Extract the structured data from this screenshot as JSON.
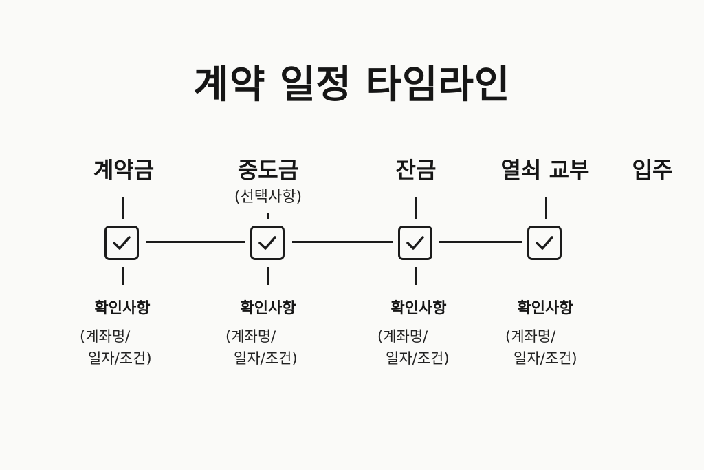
{
  "title": "계약 일정 타임라인",
  "stages": [
    {
      "label": "계약금",
      "sub": null,
      "checked": true,
      "confirm": {
        "title": "확인사항",
        "line1": "(계좌명/",
        "line2": "일자/조건)"
      }
    },
    {
      "label": "중도금",
      "sub": "(선택사항)",
      "checked": true,
      "confirm": {
        "title": "확인사항",
        "line1": "(계좌명/",
        "line2": "일자/조건)"
      }
    },
    {
      "label": "잔금",
      "sub": null,
      "checked": true,
      "confirm": {
        "title": "확인사항",
        "line1": "(계좌명/",
        "line2": "일자/조건)"
      }
    },
    {
      "label": "열쇠 교부",
      "sub": null,
      "checked": true,
      "confirm": {
        "title": "확인사항",
        "line1": "(계좌명/",
        "line2": "일자/조건)"
      }
    },
    {
      "label": "입주",
      "sub": null,
      "checked": false,
      "confirm": null
    }
  ],
  "icons": {
    "check": "checkbox-checked-icon"
  },
  "colors": {
    "background": "#fafaf8",
    "ink": "#1b1b1b"
  }
}
